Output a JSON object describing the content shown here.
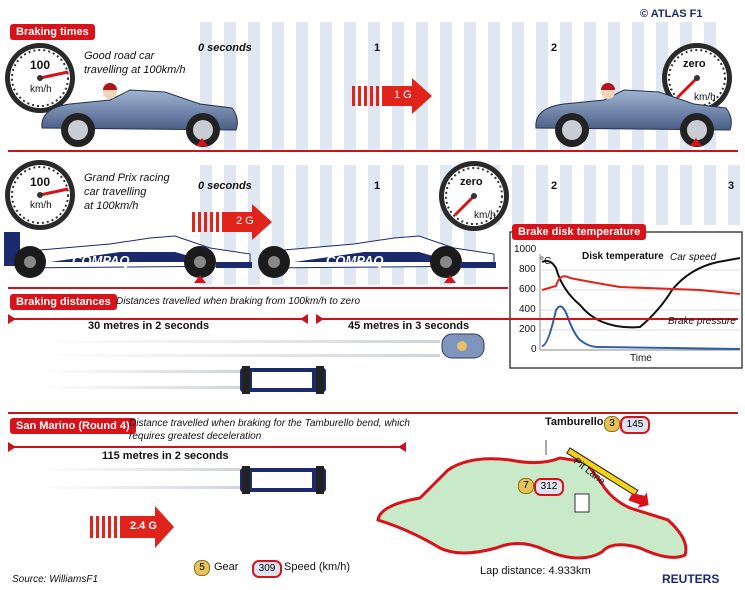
{
  "brand": "© ATLAS F1",
  "footer": {
    "source": "Source: WilliamsF1",
    "agency": "REUTERS"
  },
  "braking_times": {
    "header": "Braking times",
    "road_car": {
      "dial": "100",
      "unit": "km/h",
      "text_line1": "Good road car",
      "text_line2": "travelling at 100km/h",
      "end_dial": "zero",
      "end_unit": "km/h"
    },
    "f1_car": {
      "dial": "100",
      "unit": "km/h",
      "text_line1": "Grand Prix racing",
      "text_line2": "car travelling",
      "text_line3": "at 100km/h",
      "end_dial": "zero",
      "end_unit": "km/h"
    },
    "time_labels": [
      "0 seconds",
      "1",
      "2",
      "0 seconds",
      "1",
      "2",
      "3"
    ],
    "g_road": "1 G",
    "g_f1": "2 G",
    "car_sponsor": "COMPAQ"
  },
  "brake_disk": {
    "header": "Brake disk temperature",
    "unit": "°C",
    "y_ticks": [
      "1000",
      "800",
      "600",
      "400",
      "200",
      "0"
    ],
    "xlabel": "Time",
    "labels": {
      "disk": "Disk temperature",
      "speed": "Car speed",
      "pressure": "Brake pressure"
    },
    "colors": {
      "disk": "#111111",
      "speed": "#e0231b",
      "pressure": "#2f5fa8"
    }
  },
  "braking_distances": {
    "header": "Braking distances",
    "caption": "Distances travelled when braking from 100km/h to zero",
    "road_label": "30 metres in 2 seconds",
    "f1_label": "45 metres in 3 seconds"
  },
  "san_marino": {
    "header": "San Marino (Round 4)",
    "caption_line1": "Distance travelled when braking for the Tamburello bend, which",
    "caption_line2": "requires greatest deceleration",
    "distance_label": "115 metres in 2 seconds",
    "g_label": "2.4 G",
    "corner": "Tamburello",
    "pit_lane": "Pit Lane",
    "gear_before": "7",
    "speed_before": "312",
    "gear_after": "3",
    "speed_after": "145",
    "lap_distance": "Lap distance: 4.933km"
  },
  "legend": {
    "gear_sample": "5",
    "gear_label": "Gear",
    "speed_sample": "309",
    "speed_label": "Speed (km/h)"
  },
  "colors": {
    "accent": "#d9121a",
    "navy": "#1a2a6c",
    "stripe": "#dfe8f2"
  }
}
